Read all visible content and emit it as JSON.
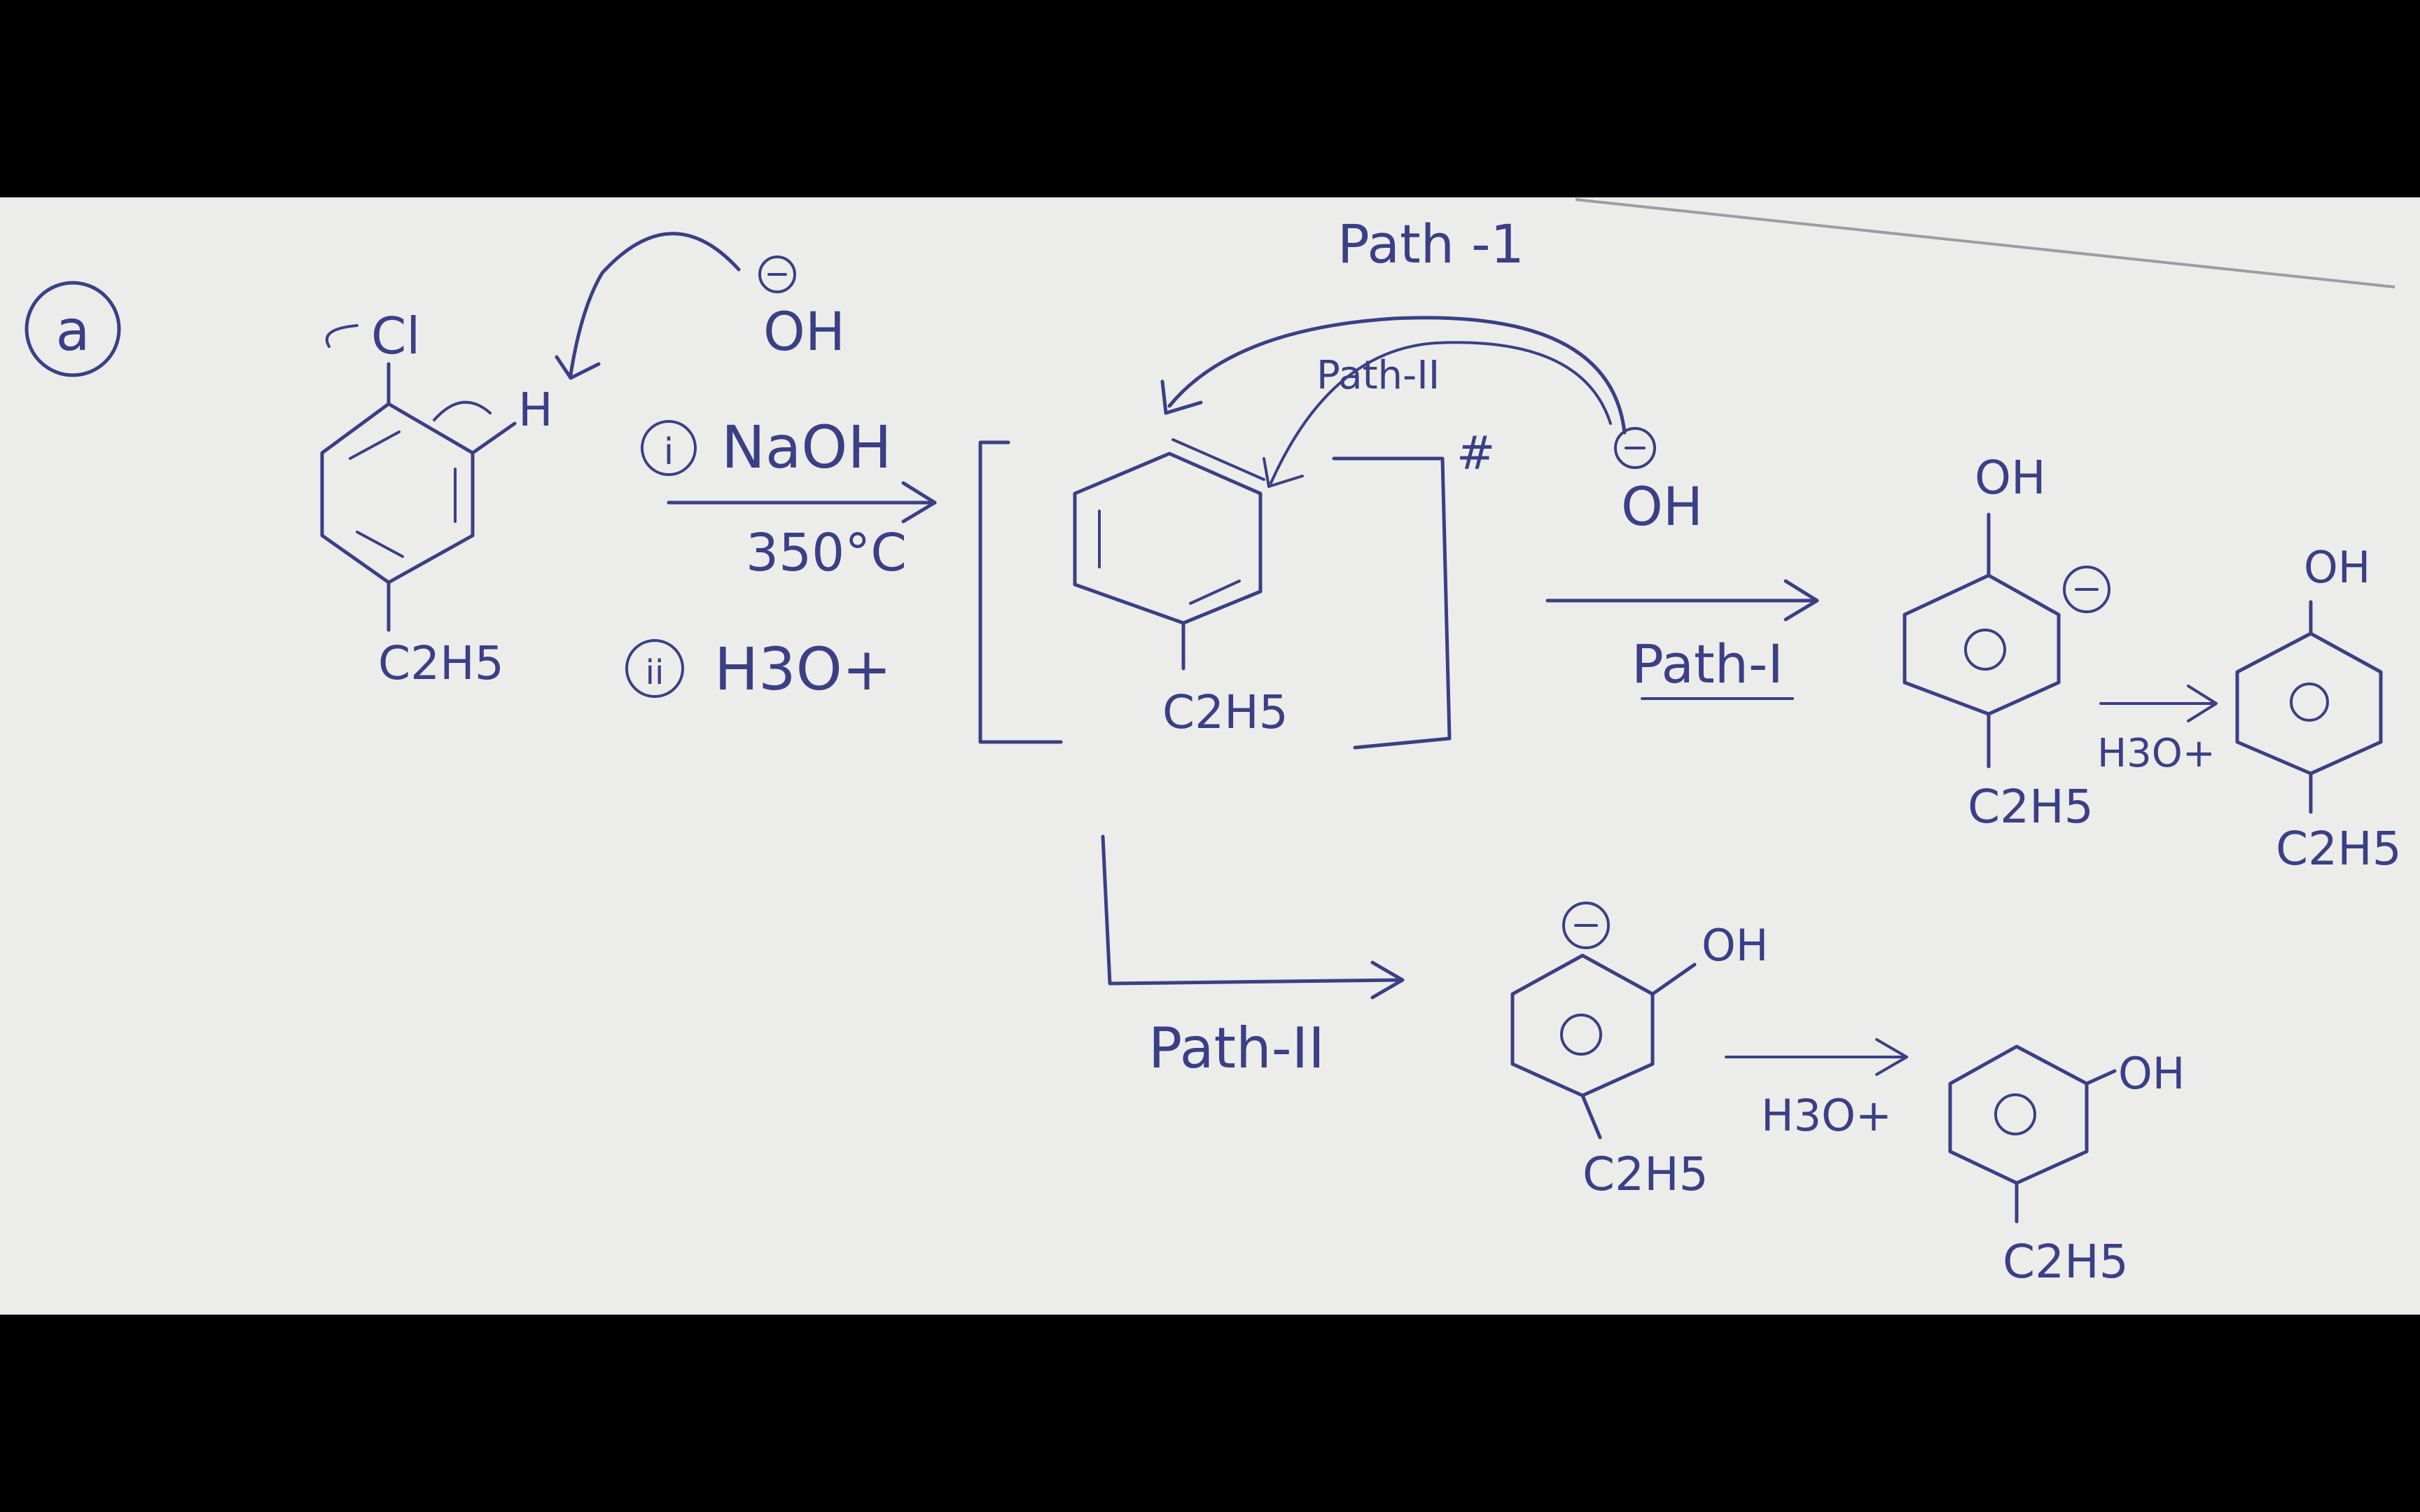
{
  "colors": {
    "ink": "#3a3f86",
    "paper": "#ecedea",
    "border": "#000000"
  },
  "labels": {
    "part": "a",
    "hydroxide_top": "OH",
    "step1": "NaOH",
    "temp": "350°C",
    "step2": "H3O+",
    "path1_top": "Path -1",
    "path2_top": "Path-II",
    "hydroxide_right": "OH",
    "path1_arrow": "Path-I",
    "path2_arrow": "Path-II",
    "h3o_right": "H3O+",
    "h3o_bottom": "H3O+",
    "oh": "OH",
    "ethyl": "C2H5",
    "cl": "Cl",
    "h": "H",
    "dagger": "#"
  }
}
